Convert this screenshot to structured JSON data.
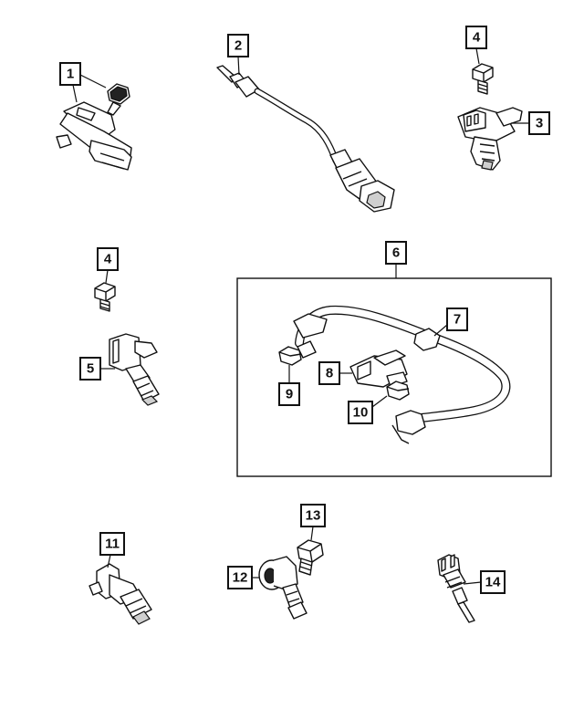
{
  "callouts": {
    "c1": "1",
    "c2": "2",
    "c3": "3",
    "c4a": "4",
    "c4b": "4",
    "c5": "5",
    "c6": "6",
    "c7": "7",
    "c8": "8",
    "c9": "9",
    "c10": "10",
    "c11": "11",
    "c12": "12",
    "c13": "13",
    "c14": "14"
  },
  "parts": [
    {
      "callout": "1",
      "icon": "map-sensor-icon"
    },
    {
      "callout": "2",
      "icon": "temperature-sensor-harness-icon"
    },
    {
      "callout": "3",
      "icon": "map-sensor-icon"
    },
    {
      "callout": "4",
      "icon": "bolt-icon"
    },
    {
      "callout": "5",
      "icon": "position-sensor-icon"
    },
    {
      "callout": "6",
      "icon": "hose-assembly-group-icon"
    },
    {
      "callout": "7",
      "icon": "hose-icon"
    },
    {
      "callout": "8",
      "icon": "pressure-sensor-icon"
    },
    {
      "callout": "9",
      "icon": "cap-icon"
    },
    {
      "callout": "10",
      "icon": "cap-icon"
    },
    {
      "callout": "11",
      "icon": "position-sensor-icon"
    },
    {
      "callout": "12",
      "icon": "knock-sensor-icon"
    },
    {
      "callout": "13",
      "icon": "bolt-icon"
    },
    {
      "callout": "14",
      "icon": "temperature-sensor-icon"
    }
  ]
}
